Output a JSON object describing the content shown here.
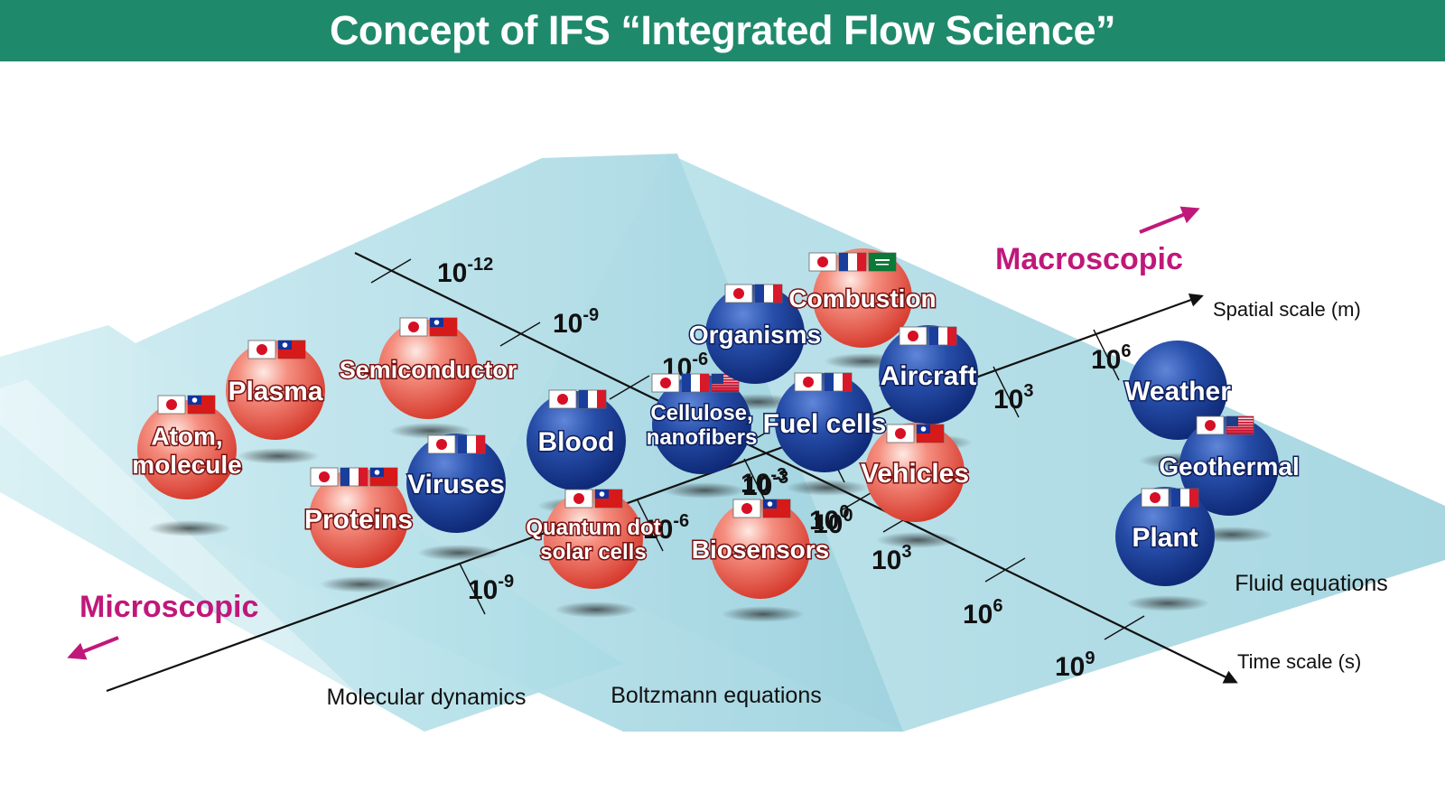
{
  "title": "Concept of IFS “Integrated Flow Science”",
  "regions": [
    "Molecular dynamics",
    "Boltzmann equations",
    "Fluid equations"
  ],
  "axes": {
    "spatial": "Spatial scale (m)",
    "time": "Time scale (s)"
  },
  "scope": {
    "macro": "Macroscopic",
    "micro": "Microscopic"
  },
  "spatial_ticks": [
    {
      "base": "10",
      "exp": "-9"
    },
    {
      "base": "10",
      "exp": "-6"
    },
    {
      "base": "10",
      "exp": "-3"
    },
    {
      "base": "10",
      "exp": "0"
    },
    {
      "base": "10",
      "exp": "3"
    },
    {
      "base": "10",
      "exp": "6"
    }
  ],
  "time_ticks": [
    {
      "base": "10",
      "exp": "-12"
    },
    {
      "base": "10",
      "exp": "-9"
    },
    {
      "base": "10",
      "exp": "-6"
    },
    {
      "base": "10",
      "exp": "-3"
    },
    {
      "base": "10",
      "exp": "0"
    },
    {
      "base": "10",
      "exp": "3"
    },
    {
      "base": "10",
      "exp": "6"
    },
    {
      "base": "10",
      "exp": "9"
    }
  ],
  "colors": {
    "header": "#1f8a6b",
    "red_sphere": "#e8544a",
    "blue_sphere": "#1d3f9a",
    "plane": "#bfe4ec",
    "scope": "#c0187a"
  },
  "spheres": [
    {
      "id": "atom",
      "lines": [
        "Atom,",
        "molecule"
      ],
      "color": "red",
      "flags": [
        "jp",
        "tw"
      ]
    },
    {
      "id": "plasma",
      "lines": [
        "Plasma"
      ],
      "color": "red",
      "flags": [
        "jp",
        "tw"
      ]
    },
    {
      "id": "semiconductor",
      "lines": [
        "Semiconductor"
      ],
      "color": "red",
      "flags": [
        "jp",
        "tw"
      ]
    },
    {
      "id": "proteins",
      "lines": [
        "Proteins"
      ],
      "color": "red",
      "flags": [
        "jp",
        "fr",
        "tw"
      ]
    },
    {
      "id": "viruses",
      "lines": [
        "Viruses"
      ],
      "color": "blue",
      "flags": [
        "jp",
        "fr"
      ]
    },
    {
      "id": "blood",
      "lines": [
        "Blood"
      ],
      "color": "blue",
      "flags": [
        "jp",
        "fr"
      ]
    },
    {
      "id": "quantum",
      "lines": [
        "Quantum dot",
        "solar cells"
      ],
      "color": "red",
      "flags": [
        "jp",
        "tw"
      ]
    },
    {
      "id": "cellulose",
      "lines": [
        "Cellulose,",
        "nanofibers"
      ],
      "color": "blue",
      "flags": [
        "jp",
        "fr",
        "us"
      ]
    },
    {
      "id": "organisms",
      "lines": [
        "Organisms"
      ],
      "color": "blue",
      "flags": [
        "jp",
        "fr"
      ]
    },
    {
      "id": "combustion",
      "lines": [
        "Combustion"
      ],
      "color": "red",
      "flags": [
        "jp",
        "fr",
        "sa"
      ]
    },
    {
      "id": "biosensors",
      "lines": [
        "Biosensors"
      ],
      "color": "red",
      "flags": [
        "jp",
        "tw"
      ]
    },
    {
      "id": "fuelcells",
      "lines": [
        "Fuel cells"
      ],
      "color": "blue",
      "flags": [
        "jp",
        "fr"
      ]
    },
    {
      "id": "aircraft",
      "lines": [
        "Aircraft"
      ],
      "color": "blue",
      "flags": [
        "jp",
        "fr"
      ]
    },
    {
      "id": "vehicles",
      "lines": [
        "Vehicles"
      ],
      "color": "red",
      "flags": [
        "jp",
        "tw"
      ]
    },
    {
      "id": "weather",
      "lines": [
        "Weather"
      ],
      "color": "blue",
      "flags": []
    },
    {
      "id": "geothermal",
      "lines": [
        "Geothermal"
      ],
      "color": "blue",
      "flags": [
        "jp",
        "us"
      ]
    },
    {
      "id": "plant",
      "lines": [
        "Plant"
      ],
      "color": "blue",
      "flags": [
        "jp",
        "fr"
      ]
    }
  ]
}
